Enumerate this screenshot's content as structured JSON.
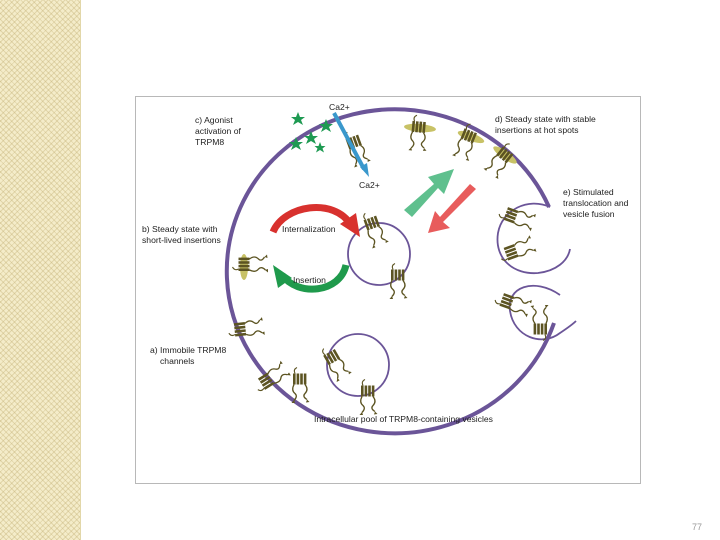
{
  "diagram": {
    "labels": {
      "c_line1": "c) Agonist",
      "c_line2": "activation of",
      "c_line3": "TRPM8",
      "ca_top": "Ca2+",
      "ca_bottom": "Ca2+",
      "d_line1": "d) Steady state with stable",
      "d_line2": "insertions at hot spots",
      "e_line1": "e) Stimulated",
      "e_line2": "translocation and",
      "e_line3": "vesicle fusion",
      "b_line1": "b) Steady state with",
      "b_line2": "short-lived insertions",
      "internalization": "Internalization",
      "insertion": "Insertion",
      "a_line1": "a) Immobile TRPM8",
      "a_line2": "channels",
      "pool": "Intracellular pool of TRPM8-containing vesicles"
    },
    "colors": {
      "membrane": "#6b5598",
      "channel": "#5c5422",
      "hotspot": "#c8c266",
      "agonist": "#1e9a52",
      "ca_arrow": "#3a98cc",
      "internalization_arrow": "#d8312e",
      "insertion_arrow": "#1f9a4c",
      "up_arrow": "#5fc08e",
      "down_arrow": "#e85c5c"
    }
  },
  "footer": {
    "page_number": "77"
  }
}
